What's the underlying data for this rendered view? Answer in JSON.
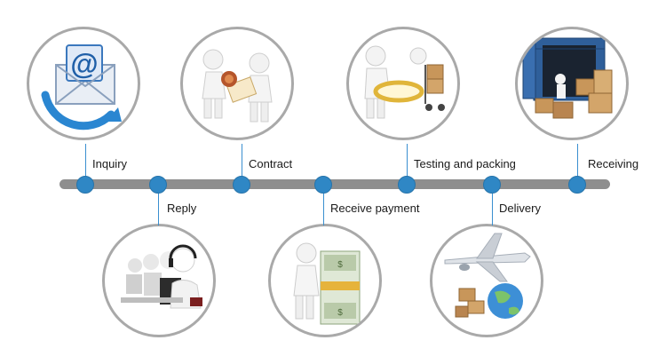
{
  "steps": [
    {
      "label": "Inquiry",
      "icon": "email-icon"
    },
    {
      "label": "Reply",
      "icon": "customer-service-icon"
    },
    {
      "label": "Contract",
      "icon": "handshake-contract-icon"
    },
    {
      "label": "Receive payment",
      "icon": "money-stack-icon"
    },
    {
      "label": "Testing and packing",
      "icon": "magnifier-inspection-icon"
    },
    {
      "label": "Delivery",
      "icon": "airplane-globe-icon"
    },
    {
      "label": "Receiving",
      "icon": "container-boxes-icon"
    }
  ],
  "colors": {
    "node": "#2f87c5",
    "timeline": "#8e8e8e",
    "ring": "#a9a9a9"
  }
}
